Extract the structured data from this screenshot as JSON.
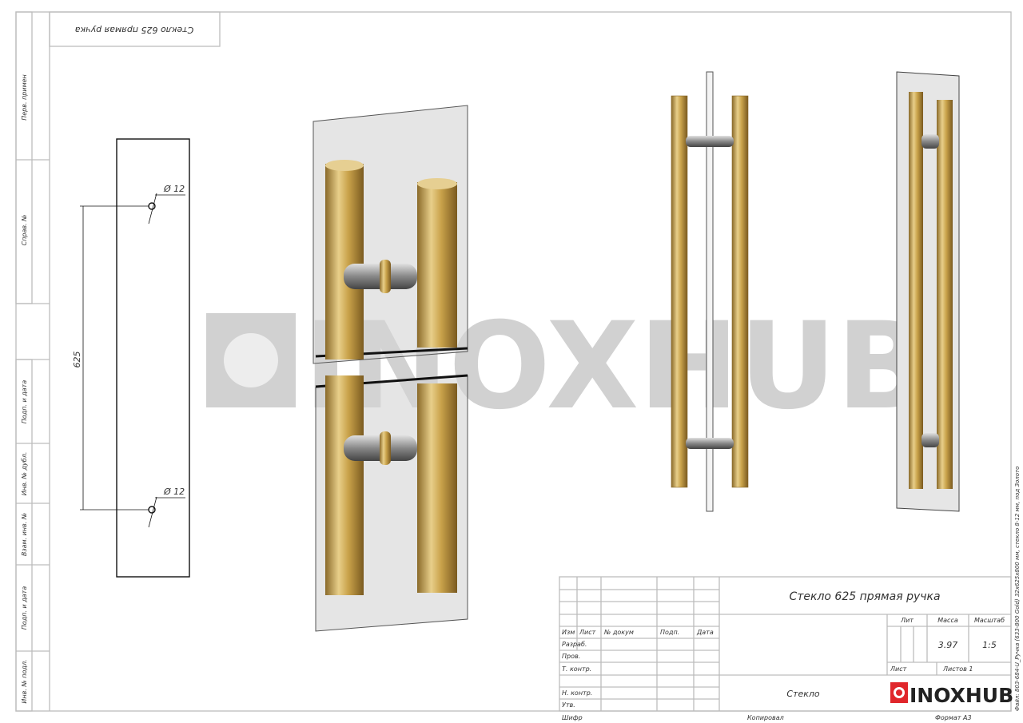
{
  "stamp_top": "Стекло 625 прямая ручка",
  "side_strip": [
    "Перв. примен",
    "Справ. №",
    "Подп. и дата",
    "Инв. № дубл.",
    "Взам. инв. №",
    "Подп. и дата",
    "Инв. № подл."
  ],
  "dimensions": {
    "length": "625",
    "hole_top": "Ø 12",
    "hole_bottom": "Ø 12"
  },
  "watermark": "INOXHUB",
  "title_block": {
    "title": "Стекло 625 прямая ручка",
    "headers": [
      "Изм",
      "Лист",
      "№ докум",
      "Подп.",
      "Дата"
    ],
    "roles": [
      "Разраб.",
      "Пров.",
      "Т. контр.",
      "",
      "Н. контр.",
      "Утв."
    ],
    "lit_label": "Лит",
    "mass_label": "Масса",
    "scale_label": "Масштаб",
    "mass": "3.97",
    "scale": "1:5",
    "sheet_label": "Лист",
    "sheets_label": "Листов 1",
    "material": "Стекло",
    "logo": "INOXHUB",
    "footer_cipher": "Шифр",
    "footer_copied": "Копировал",
    "footer_format": "Формат A3"
  },
  "file_note": "Файл: 803-684-U_Ручка (633-800 Gold) 32x625x800 мм, стекло 8-12 мм, под Золото",
  "colors": {
    "gold": "#c9a24a",
    "logo_red": "#e0262b"
  }
}
